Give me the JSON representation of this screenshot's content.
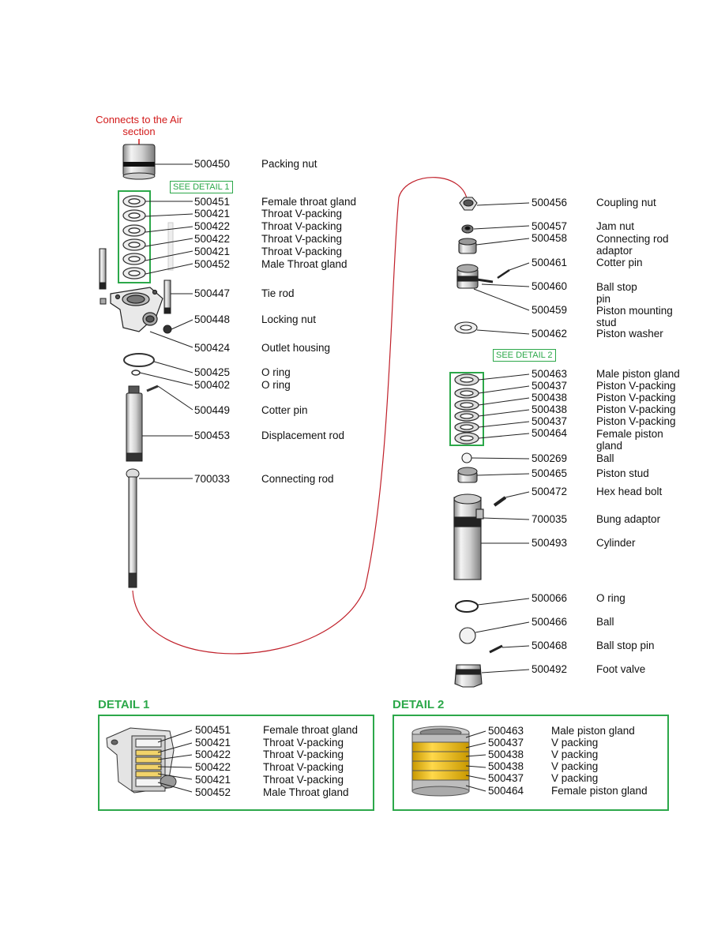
{
  "note": "Connects to the Air section",
  "see_detail_1": "SEE DETAIL 1",
  "see_detail_2": "SEE DETAIL 2",
  "left_parts": [
    {
      "pn": "500450",
      "name": "Packing nut"
    },
    {
      "pn": "500451",
      "name": "Female throat gland"
    },
    {
      "pn": "500421",
      "name": "Throat V-packing"
    },
    {
      "pn": "500422",
      "name": "Throat V-packing"
    },
    {
      "pn": "500422",
      "name": "Throat V-packing"
    },
    {
      "pn": "500421",
      "name": "Throat V-packing"
    },
    {
      "pn": "500452",
      "name": "Male Throat gland"
    },
    {
      "pn": "500447",
      "name": "Tie rod"
    },
    {
      "pn": "500448",
      "name": "Locking nut"
    },
    {
      "pn": "500424",
      "name": "Outlet housing"
    },
    {
      "pn": "500425",
      "name": "O ring"
    },
    {
      "pn": "500402",
      "name": "O ring"
    },
    {
      "pn": "500449",
      "name": "Cotter pin"
    },
    {
      "pn": "500453",
      "name": "Displacement rod"
    },
    {
      "pn": "700033",
      "name": "Connecting rod"
    }
  ],
  "right_parts": [
    {
      "pn": "500456",
      "name": "Coupling nut"
    },
    {
      "pn": "500457",
      "name": "Jam nut"
    },
    {
      "pn": "500458",
      "name": "Connecting rod adaptor"
    },
    {
      "pn": "500461",
      "name": "Cotter pin"
    },
    {
      "pn": "500460",
      "name": "Ball stop pin"
    },
    {
      "pn": "500459",
      "name": "Piston mounting stud"
    },
    {
      "pn": "500462",
      "name": "Piston washer"
    },
    {
      "pn": "500463",
      "name": "Male piston gland"
    },
    {
      "pn": "500437",
      "name": "Piston V-packing"
    },
    {
      "pn": "500438",
      "name": "Piston V-packing"
    },
    {
      "pn": "500438",
      "name": "Piston V-packing"
    },
    {
      "pn": "500437",
      "name": "Piston V-packing"
    },
    {
      "pn": "500464",
      "name": "Female piston gland"
    },
    {
      "pn": "500269",
      "name": "Ball"
    },
    {
      "pn": "500465",
      "name": "Piston stud"
    },
    {
      "pn": "500472",
      "name": "Hex head bolt"
    },
    {
      "pn": "700035",
      "name": "Bung adaptor"
    },
    {
      "pn": "500493",
      "name": "Cylinder"
    },
    {
      "pn": "500066",
      "name": "O ring"
    },
    {
      "pn": "500466",
      "name": "Ball"
    },
    {
      "pn": "500468",
      "name": "Ball stop pin"
    },
    {
      "pn": "500492",
      "name": "Foot valve"
    }
  ],
  "detail1": {
    "title": "DETAIL 1",
    "rows": [
      {
        "pn": "500451",
        "name": "Female throat gland"
      },
      {
        "pn": "500421",
        "name": "Throat V-packing"
      },
      {
        "pn": "500422",
        "name": "Throat V-packing"
      },
      {
        "pn": "500422",
        "name": "Throat V-packing"
      },
      {
        "pn": "500421",
        "name": "Throat V-packing"
      },
      {
        "pn": "500452",
        "name": "Male Throat gland"
      }
    ]
  },
  "detail2": {
    "title": "DETAIL 2",
    "rows": [
      {
        "pn": "500463",
        "name": "Male piston gland"
      },
      {
        "pn": "500437",
        "name": "V packing"
      },
      {
        "pn": "500438",
        "name": "V packing"
      },
      {
        "pn": "500438",
        "name": "V packing"
      },
      {
        "pn": "500437",
        "name": "V packing"
      },
      {
        "pn": "500464",
        "name": "Female piston gland"
      }
    ]
  },
  "colors": {
    "accent_green": "#2ca84a",
    "note_red": "#d21a1a",
    "packing_yellow": "#f2c21b",
    "connector_red": "#c0202a"
  }
}
